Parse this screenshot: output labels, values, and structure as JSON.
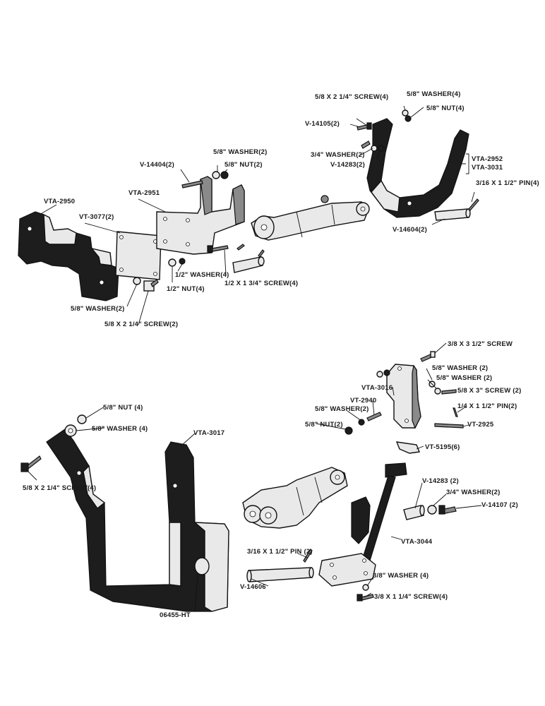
{
  "labels": {
    "screw_5_8x2_1_4_top": "5/8 X 2 1/4\" SCREW(4)",
    "washer_5_8_4_top": "5/8\" WASHER(4)",
    "nut_5_8_4_top": "5/8\" NUT(4)",
    "v14105": "V-14105(2)",
    "washer_3_4_2_top": "3/4\" WASHER(2)",
    "v14283_top": "V-14283(2)",
    "vta2952": "VTA-2952",
    "vta3031": "VTA-3031",
    "pin_3_16x1_1_2_4": "3/16 X 1 1/2\" PIN(4)",
    "v14604": "V-14604(2)",
    "v14404": "V-14404(2)",
    "washer_5_8_2_mid": "5/8\" WASHER(2)",
    "nut_5_8_2_mid": "5/8\" NUT(2)",
    "vta2951": "VTA-2951",
    "vta2950": "VTA-2950",
    "vt3077": "VT-3077(2)",
    "washer_1_2_4": "1/2\" WASHER(4)",
    "nut_1_2_4": "1/2\" NUT(4)",
    "screw_1_2x1_3_4": "1/2 X 1 3/4\" SCREW(4)",
    "washer_5_8_2_left": "5/8\" WASHER(2)",
    "screw_5_8x2_1_4_2": "5/8 X 2 1/4\" SCREW(2)",
    "screw_3_8x3_1_2": "3/8 X 3 1/2\" SCREW",
    "washer_5_8_2_r1": "5/8\" WASHER (2)",
    "washer_5_8_2_r2": "5/8\" WASHER (2)",
    "vta3016": "VTA-3016",
    "screw_5_8x3_2": "5/8 X 3\" SCREW (2)",
    "vt2940": "VT-2940",
    "washer_5_8_2_r3": "5/8\" WASHER(2)",
    "pin_1_4x1_1_2": "1/4 X 1 1/2\" PIN(2)",
    "nut_5_8_2_r": "5/8\" NUT(2)",
    "vt2925": "VT-2925",
    "vt5195": "VT-5195(6)",
    "nut_5_8_4_low": "5/8\" NUT (4)",
    "washer_5_8_4_low": "5/8\" WASHER (4)",
    "vta3017": "VTA-3017",
    "screw_5_8x2_1_4_low": "5/8 X 2 1/4\" SCREW(4)",
    "v14283_low": "V-14283 (2)",
    "washer_3_4_2_low": "3/4\" WASHER(2)",
    "v14107": "V-14107 (2)",
    "vta3044": "VTA-3044",
    "pin_3_16x1_1_2_2": "3/16 X 1 1/2\" PIN (2)",
    "v14606": "V-14606",
    "washer_3_8_4": "3/8\" WASHER (4)",
    "screw_3_8x1_1_4": "3/8 X 1 1/4\" SCREW(4)",
    "p06455": "06455-HT"
  }
}
